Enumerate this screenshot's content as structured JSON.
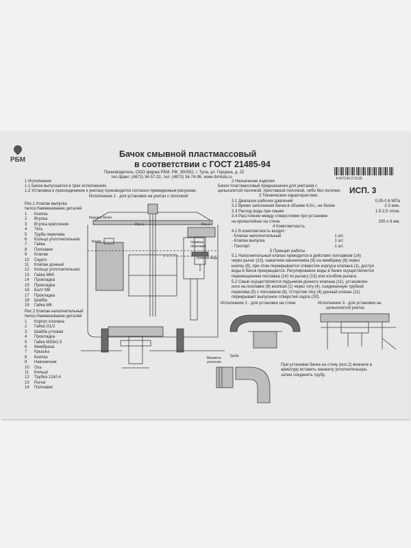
{
  "brand": "РБМ",
  "title_line1": "Бачок смывной пластмассовый",
  "title_line2": "в соответствии с ГОСТ 21485-94",
  "producer": "Производитель: ООО фирма РБМ, РФ, 300002, г. Тула, ул. Герцена, д. 22",
  "contacts": "тел./факс: (4872) 34-57-32, тел. (4872) 34-74-96, www.rbmtula.ru",
  "barcode_number": "4 607134 271135",
  "isp": "ИСП. 3",
  "section1": {
    "heading": "1 Исполнение",
    "l1": "1.1 Бачок выпускается в трех исполнениях.",
    "l2": "1.2 Установка и присоединение к унитазу производится согласно приведенным рисункам."
  },
  "variant1_caption": "Исполнение 1 - для установки на унитаз с полочкой",
  "fig1": {
    "title": "Рис.1 Клапан выпуска",
    "header": "№поз.Наименование деталей",
    "items": [
      {
        "n": "1",
        "name": "Кнопка"
      },
      {
        "n": "2",
        "name": "Втулка"
      },
      {
        "n": "3",
        "name": "Втулка крепления"
      },
      {
        "n": "4",
        "name": "Тяга"
      },
      {
        "n": "5",
        "name": "Труба перелива"
      },
      {
        "n": "6",
        "name": "Кольцо уплотнительное"
      },
      {
        "n": "7",
        "name": "Гайка"
      },
      {
        "n": "8",
        "name": "Поплавок"
      },
      {
        "n": "9",
        "name": "Клапан"
      },
      {
        "n": "10",
        "name": "Седло"
      },
      {
        "n": "11",
        "name": "Клапан донный"
      },
      {
        "n": "12",
        "name": "Кольцо уплотнительное"
      },
      {
        "n": "13",
        "name": "Гайка М60"
      },
      {
        "n": "14",
        "name": "Прокладка"
      },
      {
        "n": "15",
        "name": "Прокладка"
      },
      {
        "n": "16",
        "name": "Болт М6"
      },
      {
        "n": "17",
        "name": "Прокладка"
      },
      {
        "n": "18",
        "name": "Шайба"
      },
      {
        "n": "19",
        "name": "Гайка М6"
      }
    ]
  },
  "fig2": {
    "title": "Рис.2 Клапан наполнительный",
    "header": "№поз.Наименование деталей",
    "items": [
      {
        "n": "1",
        "name": "Корпус клапана"
      },
      {
        "n": "2",
        "name": "Гайка G1/2"
      },
      {
        "n": "3",
        "name": "Шайба угловая"
      },
      {
        "n": "4",
        "name": "Прокладка"
      },
      {
        "n": "5",
        "name": "Гайка М33х1.5"
      },
      {
        "n": "6",
        "name": "Мембрана"
      },
      {
        "n": "7",
        "name": "Крышка"
      },
      {
        "n": "8",
        "name": "Кнопка"
      },
      {
        "n": "9",
        "name": "Наконечник"
      },
      {
        "n": "10",
        "name": "Ось"
      },
      {
        "n": "11",
        "name": "Кольцо"
      },
      {
        "n": "12",
        "name": "Трубка 12х0.4"
      },
      {
        "n": "13",
        "name": "Рычаг"
      },
      {
        "n": "14",
        "name": "Поплавок"
      }
    ]
  },
  "diagram_labels": {
    "cover": "Крышка бачка",
    "ris1": "Рис.1",
    "ris2": "Рис.2",
    "tank": "Бачок",
    "overflow": "Уровень перелива",
    "water_level": "Уровень воды",
    "cuff": "Манжета уплотнит.",
    "pipe": "Труба"
  },
  "section2": {
    "heading": "2 Назначение изделия",
    "l1": "Бачок пластмассовый предназначен для унитазов с",
    "l2": "цельнолитой полочкой, приставной полочкой, либо без полочки."
  },
  "section3": {
    "heading": "3 Технические характеристики.",
    "rows": [
      {
        "label": "3.1 Диапазон рабочих давлений",
        "value": "0,05-0,6 МПа"
      },
      {
        "label": "3.2 Время заполнения бачка в объеме 6,0л., не более",
        "value": "2-3 мин."
      },
      {
        "label": "3.3 Расход воды при смыве",
        "value": "1,5-2,5 л/сек."
      },
      {
        "label": "3.4 Расстояние между отверстиями при установке",
        "value": ""
      },
      {
        "label": "на кронштейнах на стене",
        "value": "200 ± 6 мм."
      }
    ]
  },
  "section4": {
    "heading": "4 Комплектность",
    "intro": "4.1 В комплектность входят:",
    "rows": [
      {
        "label": "- Клапан наполнительный",
        "value": "1 шт."
      },
      {
        "label": "- Клапан выпуска",
        "value": "1 шт."
      },
      {
        "label": "- Паспорт",
        "value": "1 шт."
      }
    ]
  },
  "section5": {
    "heading": "5 Принцип работы",
    "p1": [
      "5.1 Наполнительный клапан приводится в действие поплавком (14)",
      "через рычаг (13), нажатием наконечника (9) на мембрану (6) через",
      "кнопку (8), при этом перекрывается отверстие корпуса клапана (1), доступ",
      "воды в бачок прекращается. Регулирование воды в бачке осуществляется",
      "перемещением поплавка (14) по рычагу (13) или изгибом рычага."
    ],
    "p2": [
      "5.2 Смыв осуществляется подъемом донного клапана (11), установлен-",
      "ного на поплавке (8) кнопкой (1) через тягу (4), соединенную трубкой",
      "перелива (5) с поплавком (8). Отпустив тягу (4) донный клапан (11)",
      "перекрывает выпускное отверстие седла (10)."
    ]
  },
  "variant2_caption": "Исполнение 2 - для установки на стене",
  "variant3_caption_l1": "Исполнение 3 - для установки на",
  "variant3_caption_l2": "цельнолитой унитаз",
  "wall_note": [
    "При установки бачка на стену (исп.2) вначале в",
    "арматуру вставить манжету уплотнительную,",
    "затем соединить трубу."
  ]
}
